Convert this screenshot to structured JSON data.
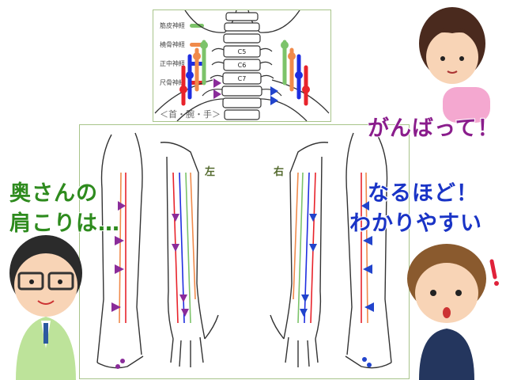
{
  "legend": [
    {
      "label": "筋皮神経",
      "color": "#7cc36a"
    },
    {
      "label": "橈骨神経",
      "color": "#f08a4b"
    },
    {
      "label": "正中神経",
      "color": "#1f2ee0"
    },
    {
      "label": "尺骨神経",
      "color": "#e8232b"
    }
  ],
  "vertebrae": [
    "C5",
    "C6",
    "C7"
  ],
  "caption": "＜首・腕・手＞",
  "left_label": "左",
  "right_label": "右",
  "speech": {
    "top_right": "がんばって！",
    "left_line1": "奥さんの",
    "left_line2": "肩こりは…",
    "right_line1": "なるほど！",
    "right_line2": "わかりやすい"
  },
  "colors": {
    "green_text": "#2e8b1e",
    "purple_text": "#8a1d8c",
    "blue_text": "#1a34c6"
  }
}
